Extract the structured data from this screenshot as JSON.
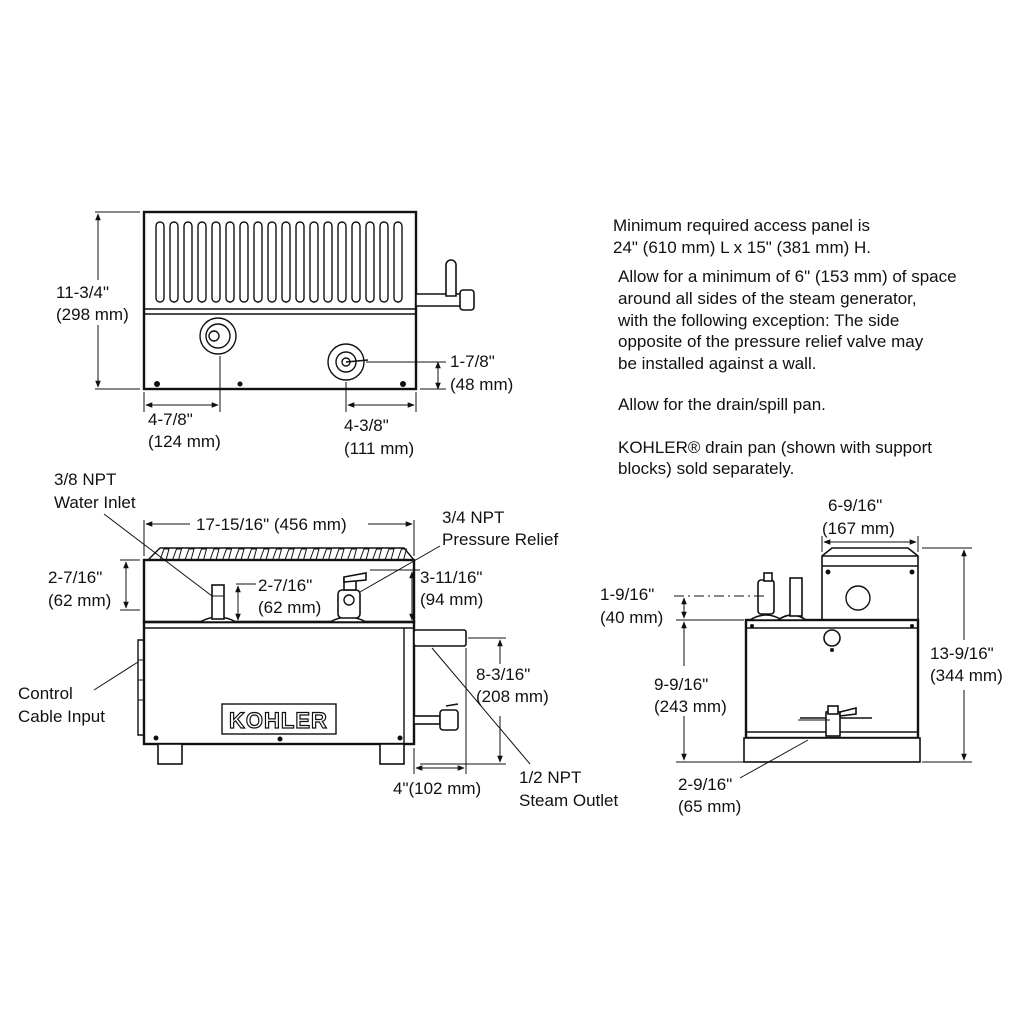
{
  "top_view": {
    "height_dim": "11-3/4\"",
    "height_dim_mm": "(298 mm)",
    "water_inlet_offset": "4-7/8\"",
    "water_inlet_offset_mm": "(124 mm)",
    "relief_offset": "4-3/8\"",
    "relief_offset_mm": "(111 mm)",
    "relief_height": "1-7/8\"",
    "relief_height_mm": "(48 mm)"
  },
  "front_view": {
    "water_inlet_label_1": "3/8 NPT",
    "water_inlet_label_2": "Water Inlet",
    "pressure_relief_label_1": "3/4 NPT",
    "pressure_relief_label_2": "Pressure Relief",
    "width_dim": "17-15/16\" (456 mm)",
    "left_height": "2-7/16\"",
    "left_height_mm": "(62 mm)",
    "inlet_height": "2-7/16\"",
    "inlet_height_mm": "(62 mm)",
    "relief_height": "3-11/16\"",
    "relief_height_mm": "(94 mm)",
    "outlet_height": "8-3/16\"",
    "outlet_height_mm": "(208 mm)",
    "outlet_offset": "4\"(102 mm)",
    "control_label_1": "Control",
    "control_label_2": "Cable Input",
    "steam_outlet_label_1": "1/2 NPT",
    "steam_outlet_label_2": "Steam Outlet",
    "logo": "KOHLER"
  },
  "side_view": {
    "depth_dim": "6-9/16\"",
    "depth_dim_mm": "(167 mm)",
    "inlet_height": "1-9/16\"",
    "inlet_height_mm": "(40 mm)",
    "body_height": "9-9/16\"",
    "body_height_mm": "(243 mm)",
    "total_height": "13-9/16\"",
    "total_height_mm": "(344 mm)",
    "pan_height": "2-9/16\"",
    "pan_height_mm": "(65 mm)"
  },
  "notes": {
    "access_1": "Minimum required access panel is",
    "access_2": "24\" (610 mm) L x 15\" (381 mm) H.",
    "space_1": "Allow for a minimum of 6\" (153 mm) of space",
    "space_2": "around all sides of the steam generator,",
    "space_3": "with the following exception: The side",
    "space_4": "opposite of the pressure relief valve may",
    "space_5": "be installed against a wall.",
    "drain_1": "Allow for the drain/spill pan.",
    "pan_1": "KOHLER® drain pan (shown with support",
    "pan_2": "blocks) sold separately."
  }
}
